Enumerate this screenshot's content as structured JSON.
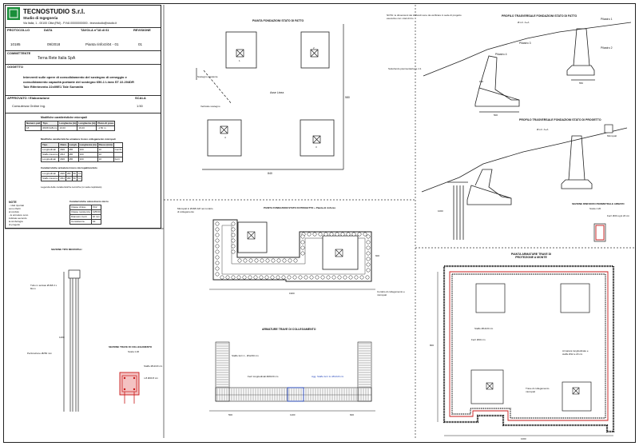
{
  "company": {
    "name": "TECNOSTUDIO S.r.l.",
    "subtitle": "Studio di Ingegneria",
    "address": "Via Italia, 1 - 00100 Città (RM) - P.IVA 00000000000 - tecnostudio@studio.it"
  },
  "titleblock": {
    "protocollo_label": "PROTOCOLLO",
    "protocollo_value": "10185",
    "data_label": "DATA",
    "data_value": "09/2018",
    "tavola_label": "TAVOLA n°18 di 61",
    "tavola_value": "Pianta rinforzi04 - 01",
    "revisione_label": "REVISIONE",
    "revisione_value": "01",
    "committente_label": "COMMITTENTE",
    "committente_value": "Terna Rete Italia SpA",
    "oggetto_label": "OGGETTO",
    "oggetto_lines": [
      "Interventi sulle opere di consolidamento del sostegno di ormeggio e",
      "consolidamento capacità portante del sostegno 650-1 Linea ST 22.204DR",
      "Tale Riferimento 22x09E1 Tale Sommità"
    ],
    "approvato_label": "APPROVATO / Elaborazione",
    "approvato_value": "Consulenza Ordine Ing.",
    "scala_label": "SCALA",
    "scala_value": "1:50"
  },
  "tables": {
    "t1_title": "Modifiche caratteristiche micropali",
    "t1_headers": [
      "Numero pali",
      "Tipo",
      "Lunghezza (m)",
      "Lunghezza (m)",
      "Piano di posa"
    ],
    "t1_row": [
      "18",
      "Ø168.3x8mm",
      "10.00",
      "16.00",
      "-1.50 m"
    ],
    "t2_title": "Modifiche caratteristiche armatura tronco collegamento micropali",
    "t2_headers": [
      "Tipo",
      "Diam.",
      "Lungh.",
      "Lunghezza (m)",
      "Passo (mm)"
    ],
    "t2_rows": [
      [
        "Longitudinali",
        "Ø20",
        "ØR",
        "100",
        "10",
        "Cerchi"
      ],
      [
        "Staffe traverso",
        "Ø12",
        "ØR",
        "100",
        "10",
        ""
      ],
      [
        "Longitudinali",
        "Ø20",
        "ØR",
        "100",
        "10",
        "Ferri"
      ]
    ],
    "t3_title": "Caratteristiche armatura tronco micropali/cordolo",
    "t3_rows": [
      [
        "Longitudinali",
        "Ø20",
        "ØR",
        "80",
        "10"
      ],
      [
        "Staffe traverso",
        "Ø12",
        "ØR",
        "80",
        "10"
      ]
    ],
    "t3_note": "Legenda delle caratteristiche tecniche (si veda capitolato)",
    "t4_title": "Caratteristiche calcestruzzo micro",
    "t4_rows": [
      [
        "Classe di Esp.",
        "XC2"
      ],
      [
        "Classe resistenza",
        "C25/30"
      ],
      [
        "Diametro inerti",
        "32 mm"
      ],
      [
        "Consistenza",
        "S4"
      ]
    ],
    "note_title": "NOTE",
    "note_lines": [
      "- i dati riportati",
      "  sono riferiti",
      "  al cordolo",
      "- le armature sono",
      "  indicate secondo",
      "  la simbologia",
      "  di progetto"
    ]
  },
  "drawings": {
    "plan_top_title": "PIANTA FONDAZIONI STATO DI FATTO",
    "plan_top_label_center": "Asse Linea",
    "plan_top_label_left": "Sostegno esistente",
    "plan_top_label_left2": "Verticale sostegno",
    "plan_top_dim_bottom": "840",
    "plan_top_dim_right": "580",
    "foot_labels": [
      "1",
      "2",
      "3",
      "4"
    ],
    "section_top_note": "NOTA: le dimensioni dei tirafondi sono da verificare in sede di progetto esecutivo con i dati di tiro",
    "profile1_title": "PROFILO TRASVERSALE FONDAZIONI STATO DI FATTO",
    "profile1_sub": "Ø.s.h. A+A",
    "pilastro_labels": [
      "Pilastro 1",
      "Pilastro 2",
      "Pilastro 3",
      "Pilastro 4"
    ],
    "profile1_terreno": "Sottofondo pavimentazione 1:1",
    "profile1_dims": [
      "500",
      "550",
      "100"
    ],
    "profile2_title": "PROFILO TRASVERSALE FONDAZIONI STATO DI PROGETTO",
    "profile2_sub": "Ø.s.h. A+A",
    "profile2_note": "Micropali",
    "profile2_dim": "1000",
    "detail_title": "SEZIONE RINFORZO PERIMETRALE ARMATO",
    "detail_scale": "Scala 1:20",
    "detail_label": "Ferri Ø20 ogni 20 cm",
    "plan_mid_title": "PIANTA FONDAZIONI STATO DI PROGETTO + Pianta di rinforzo",
    "plan_mid_label": "Micropali in Ø168.3x8 nel cordolo di collegamento",
    "plan_mid_label2": "Cordolo di collegamento e micropali",
    "plan_mid_dims": [
      "1900",
      "600"
    ],
    "micro_section_title": "SEZIONE TIPO MICROPALI",
    "micro_label1": "Tubo in acciaio Ø168.3 x 8mm",
    "micro_label2": "Perforazione Ø250 mm",
    "micro_dim": "1200",
    "cordolo_section_title": "SEZIONE TRAVE DI COLLEGAMENTO",
    "cordolo_scale": "Scala 1:20",
    "cordolo_labels": [
      "Staffe Ø12/20 cm",
      "n.8 Ø20 8 cm"
    ],
    "armature_title": "ARMATURE TRAVE DI COLLEGAMENTO",
    "armature_labels": [
      "Staffe ferri 1 - Ø12/20 cm",
      "Ferri longitudinali Ø20/20 cm",
      "Agg. Staffe ferri 1x Ø12/20 cm"
    ],
    "armature_dims": [
      "1100",
      "500",
      "600"
    ],
    "plan_right_title": "PIANTA ARMATURE TRAVE DI PROTEZIONE A MONTE",
    "plan_right_labels": [
      "Staffe Ø12/20 cm",
      "Ferri Ø20 cm",
      "Armatura longitudinale e staffe Ø12 a 20 cm",
      "Trave di collegamento micropali"
    ],
    "plan_right_dims": [
      "1000",
      "800"
    ]
  },
  "colors": {
    "accent_blue": "#1d3fb8",
    "accent_red": "#c81818",
    "brand_green": "#1a8f3a"
  }
}
